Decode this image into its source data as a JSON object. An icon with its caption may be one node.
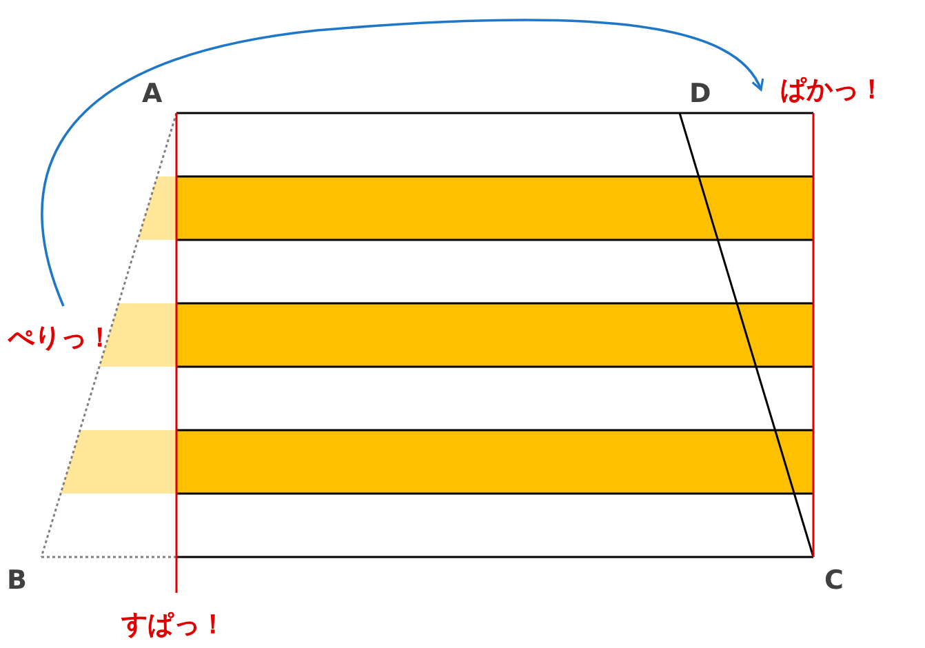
{
  "diagram": {
    "nodes": [
      {
        "text": [
          "ぺりっ！"
        ]
      },
      {
        "text": [
          "ぱかっ！"
        ]
      }
    ],
    "edges": [
      {
        "from": 0,
        "to": 1,
        "arrow": "to"
      }
    ],
    "labels": [
      "A",
      "D",
      "B",
      "C",
      "すぱっ！"
    ]
  }
}
